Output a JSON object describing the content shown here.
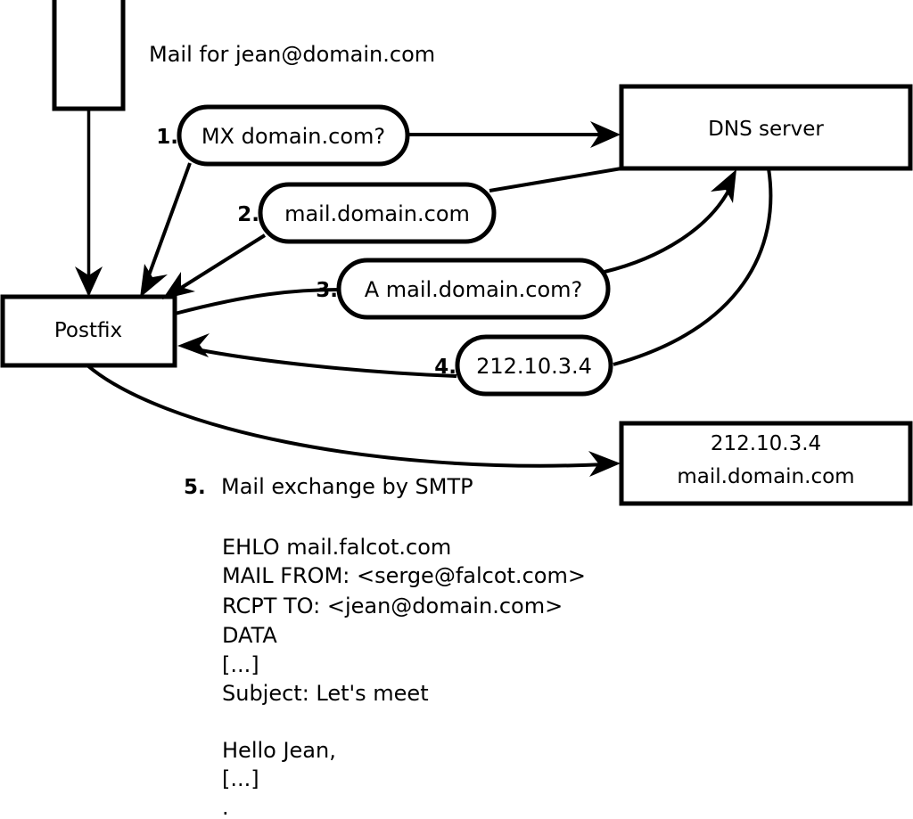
{
  "diagram": {
    "header_note": "Mail for jean@domain.com",
    "nodes": [
      {
        "id": "client",
        "label": ""
      },
      {
        "id": "postfix",
        "label": "Postfix"
      },
      {
        "id": "dns",
        "label": "DNS server"
      },
      {
        "id": "remote_mx",
        "label_line1": "212.10.3.4",
        "label_line2": "mail.domain.com"
      }
    ],
    "steps": [
      {
        "num": "1.",
        "label": "MX domain.com?"
      },
      {
        "num": "2.",
        "label": "mail.domain.com"
      },
      {
        "num": "3.",
        "label": "A mail.domain.com?"
      },
      {
        "num": "4.",
        "label": "212.10.3.4"
      }
    ],
    "smtp": {
      "num": "5.",
      "heading": "Mail exchange by SMTP",
      "transcript": [
        "EHLO mail.falcot.com",
        "MAIL FROM: <serge@falcot.com>",
        "RCPT TO: <jean@domain.com>",
        "DATA",
        "[...]",
        "Subject: Let's meet",
        "",
        "Hello Jean,",
        "[...]",
        "."
      ]
    },
    "colors": {
      "stroke": "#000000",
      "fill": "#ffffff",
      "background": "#ffffff"
    }
  }
}
